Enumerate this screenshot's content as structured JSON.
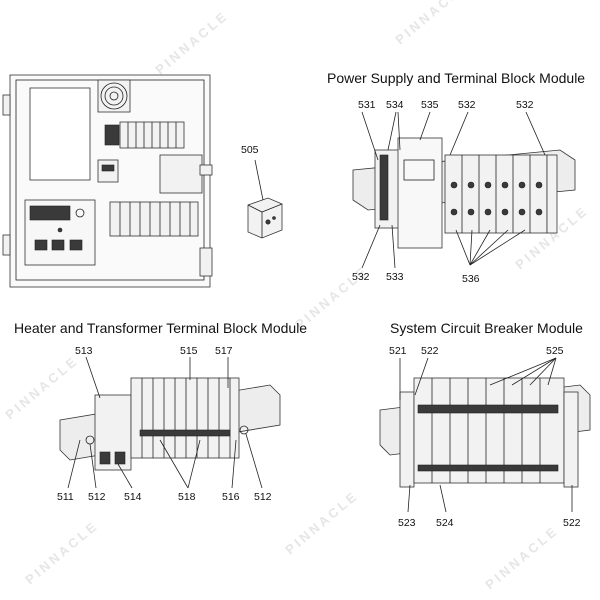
{
  "titles": {
    "power_supply": "Power Supply and Terminal Block Module",
    "heater": "Heater and Transformer Terminal Block Module",
    "breaker": "System Circuit Breaker Module"
  },
  "callouts": {
    "c505": "505",
    "c531": "531",
    "c534": "534",
    "c535": "535",
    "c532a": "532",
    "c532b": "532",
    "c532c": "532",
    "c533": "533",
    "c536": "536",
    "c513": "513",
    "c515": "515",
    "c517": "517",
    "c511": "511",
    "c512a": "512",
    "c514": "514",
    "c518": "518",
    "c516": "516",
    "c512b": "512",
    "c521": "521",
    "c522a": "522",
    "c525": "525",
    "c523": "523",
    "c524": "524",
    "c522b": "522"
  },
  "watermark": "PINNACLE"
}
